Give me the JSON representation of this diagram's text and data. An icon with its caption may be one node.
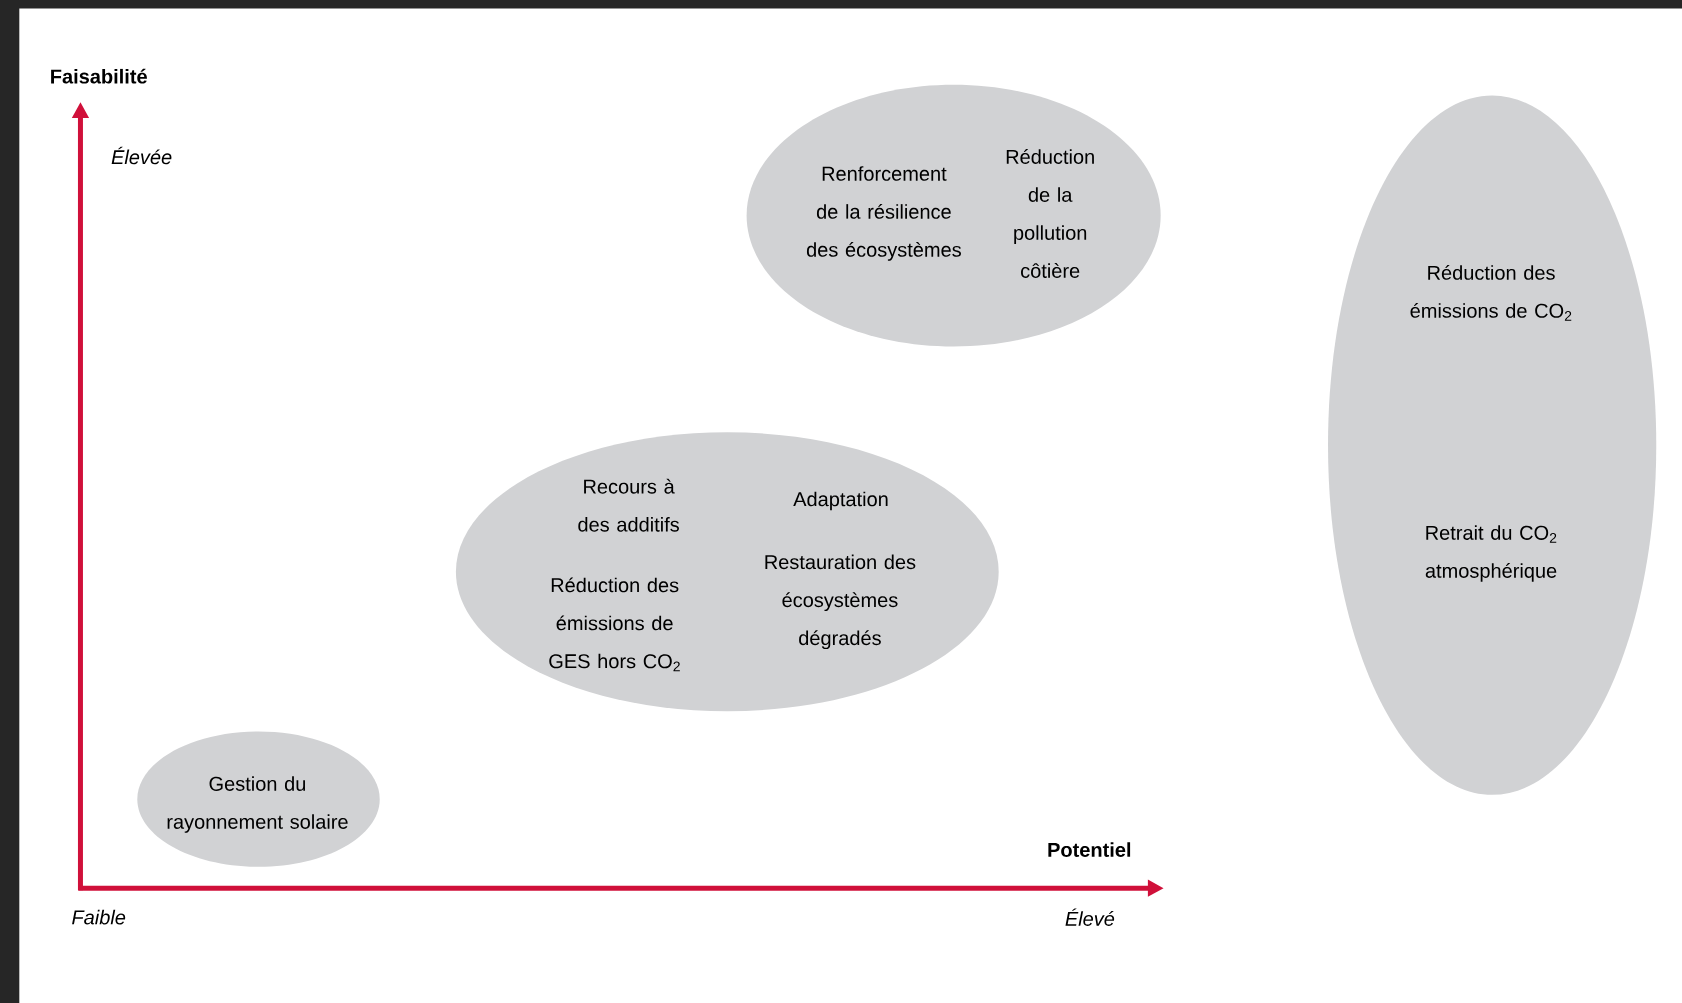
{
  "diagram": {
    "nodes": [
      {
        "text": [
          "Renforcement de la résilience des écosystèmes",
          "Réduction de la pollution côtière"
        ]
      },
      {
        "text": [
          "Recours à des additifs",
          "Adaptation",
          "Réduction des émissions de GES hors CO$_{2}$",
          "Restauration des écosystèmes dégradés"
        ]
      },
      {
        "text": [
          "Réduction des émissions de CO$_{2}$",
          "Retrait du CO$_{2}$ atmosphérique"
        ]
      },
      {
        "text": [
          "Gestion du rayonnement solaire"
        ]
      }
    ],
    "labels": [
      "Faisabilité",
      "Élevée",
      "Potentiel",
      "Faible",
      "Élevé"
    ]
  }
}
